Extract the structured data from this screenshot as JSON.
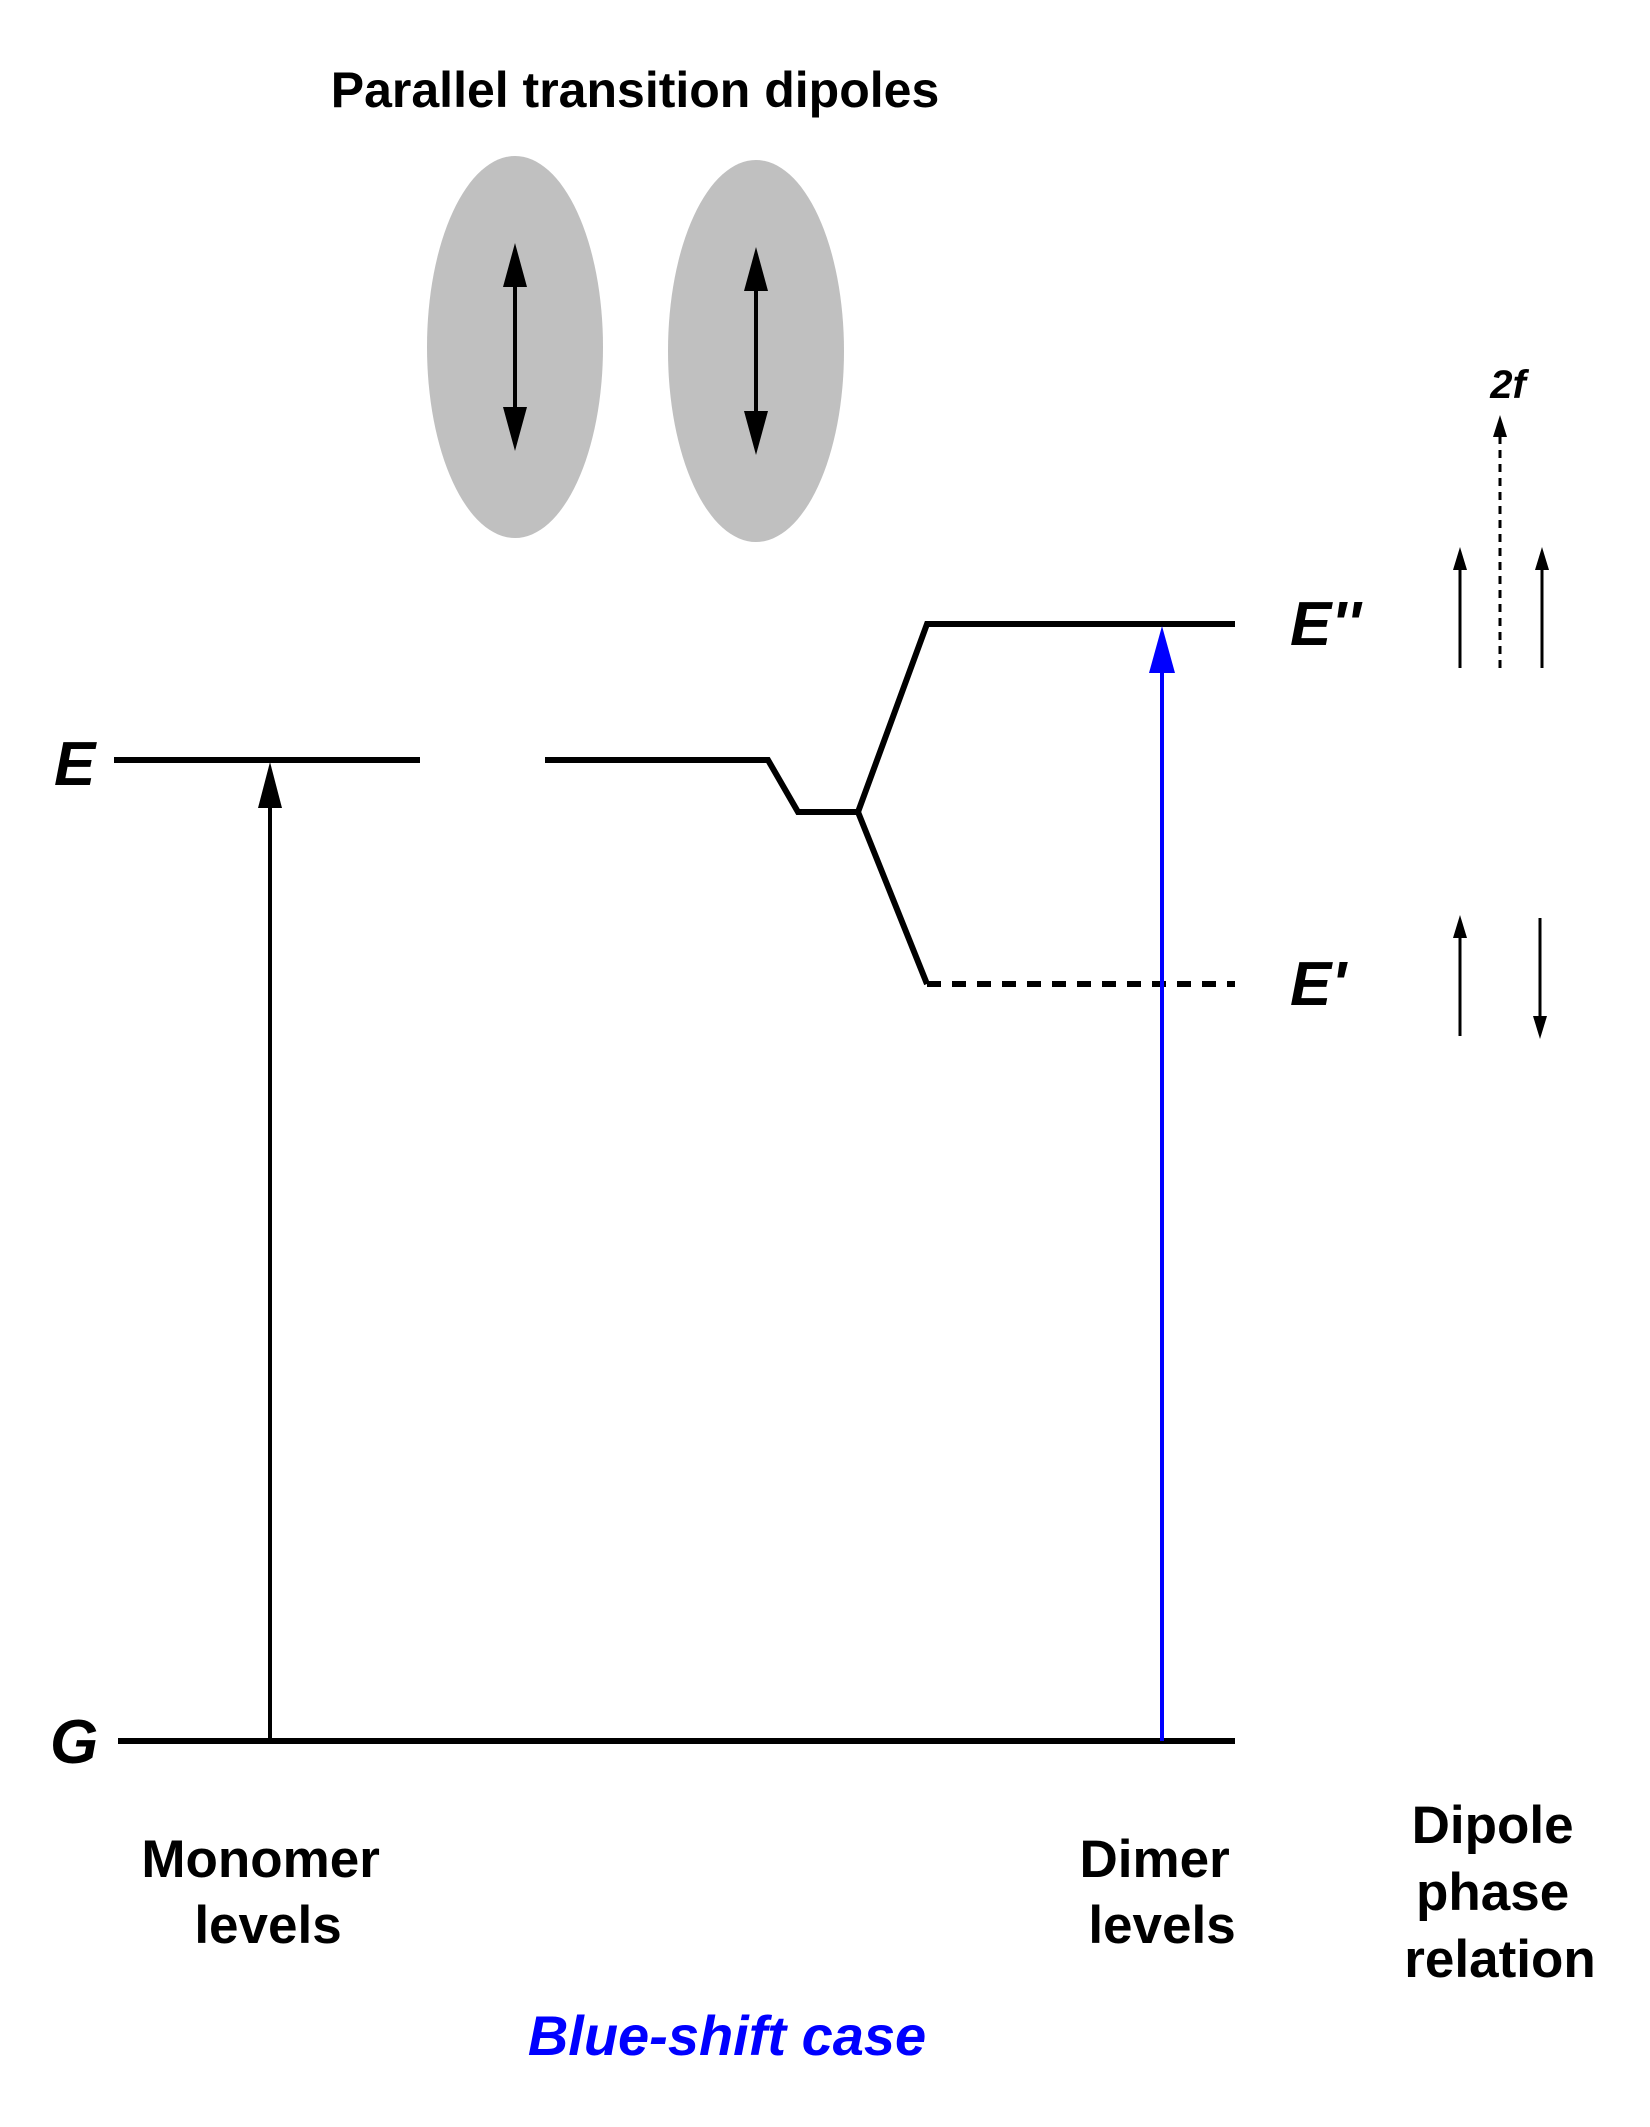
{
  "title": "Parallel transition dipoles",
  "levels": {
    "excited": "E",
    "ground": "G",
    "upper": "E''",
    "lower": "E'"
  },
  "oscillator_label": "2f",
  "bottom_labels": {
    "monomer": [
      "Monomer",
      "levels"
    ],
    "dimer": [
      "Dimer",
      "levels"
    ],
    "phase": [
      "Dipole",
      "phase",
      "relation"
    ]
  },
  "case_label": "Blue-shift case",
  "colors": {
    "ink": "#000000",
    "molecule": "#c0c0c0",
    "transition": "#0000ff",
    "case": "#0000ff"
  }
}
